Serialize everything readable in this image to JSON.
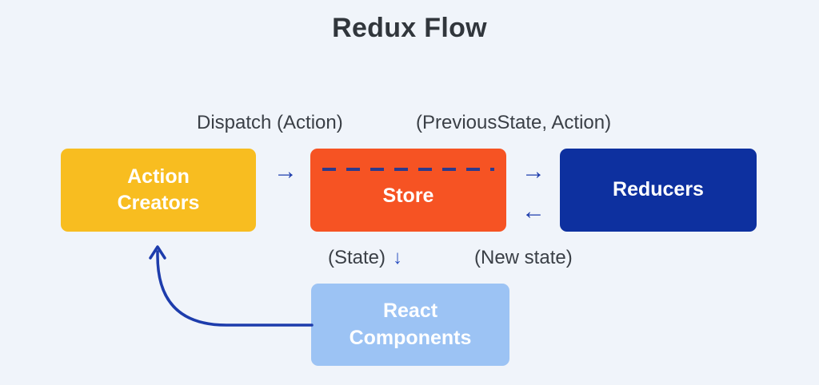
{
  "title": "Redux Flow",
  "colors": {
    "background": "#f0f4fa",
    "title_text": "#31363c",
    "annotation_text": "#3a3f46",
    "arrow_blue": "#1d3cac",
    "state_down_arrow_blue": "#2a4fc0",
    "action_creators_bg": "#f8bd20",
    "store_bg": "#f65323",
    "reducers_bg": "#0d309f",
    "react_components_bg": "#9cc3f4",
    "store_dashed_line": "#2d3a8c",
    "box_text": "#ffffff"
  },
  "annotations": {
    "dispatch": "Dispatch (Action)",
    "previous_state": "(PreviousState, Action)",
    "state": "(State)",
    "new_state": "(New state)"
  },
  "nodes": {
    "action_creators": {
      "lines": [
        "Action",
        "Creators"
      ]
    },
    "store": {
      "label": "Store"
    },
    "reducers": {
      "label": "Reducers"
    },
    "react_components": {
      "lines": [
        "React",
        "Components"
      ]
    }
  },
  "icons": {
    "arrow_right": "→",
    "arrow_left": "←",
    "arrow_down": "↓"
  }
}
